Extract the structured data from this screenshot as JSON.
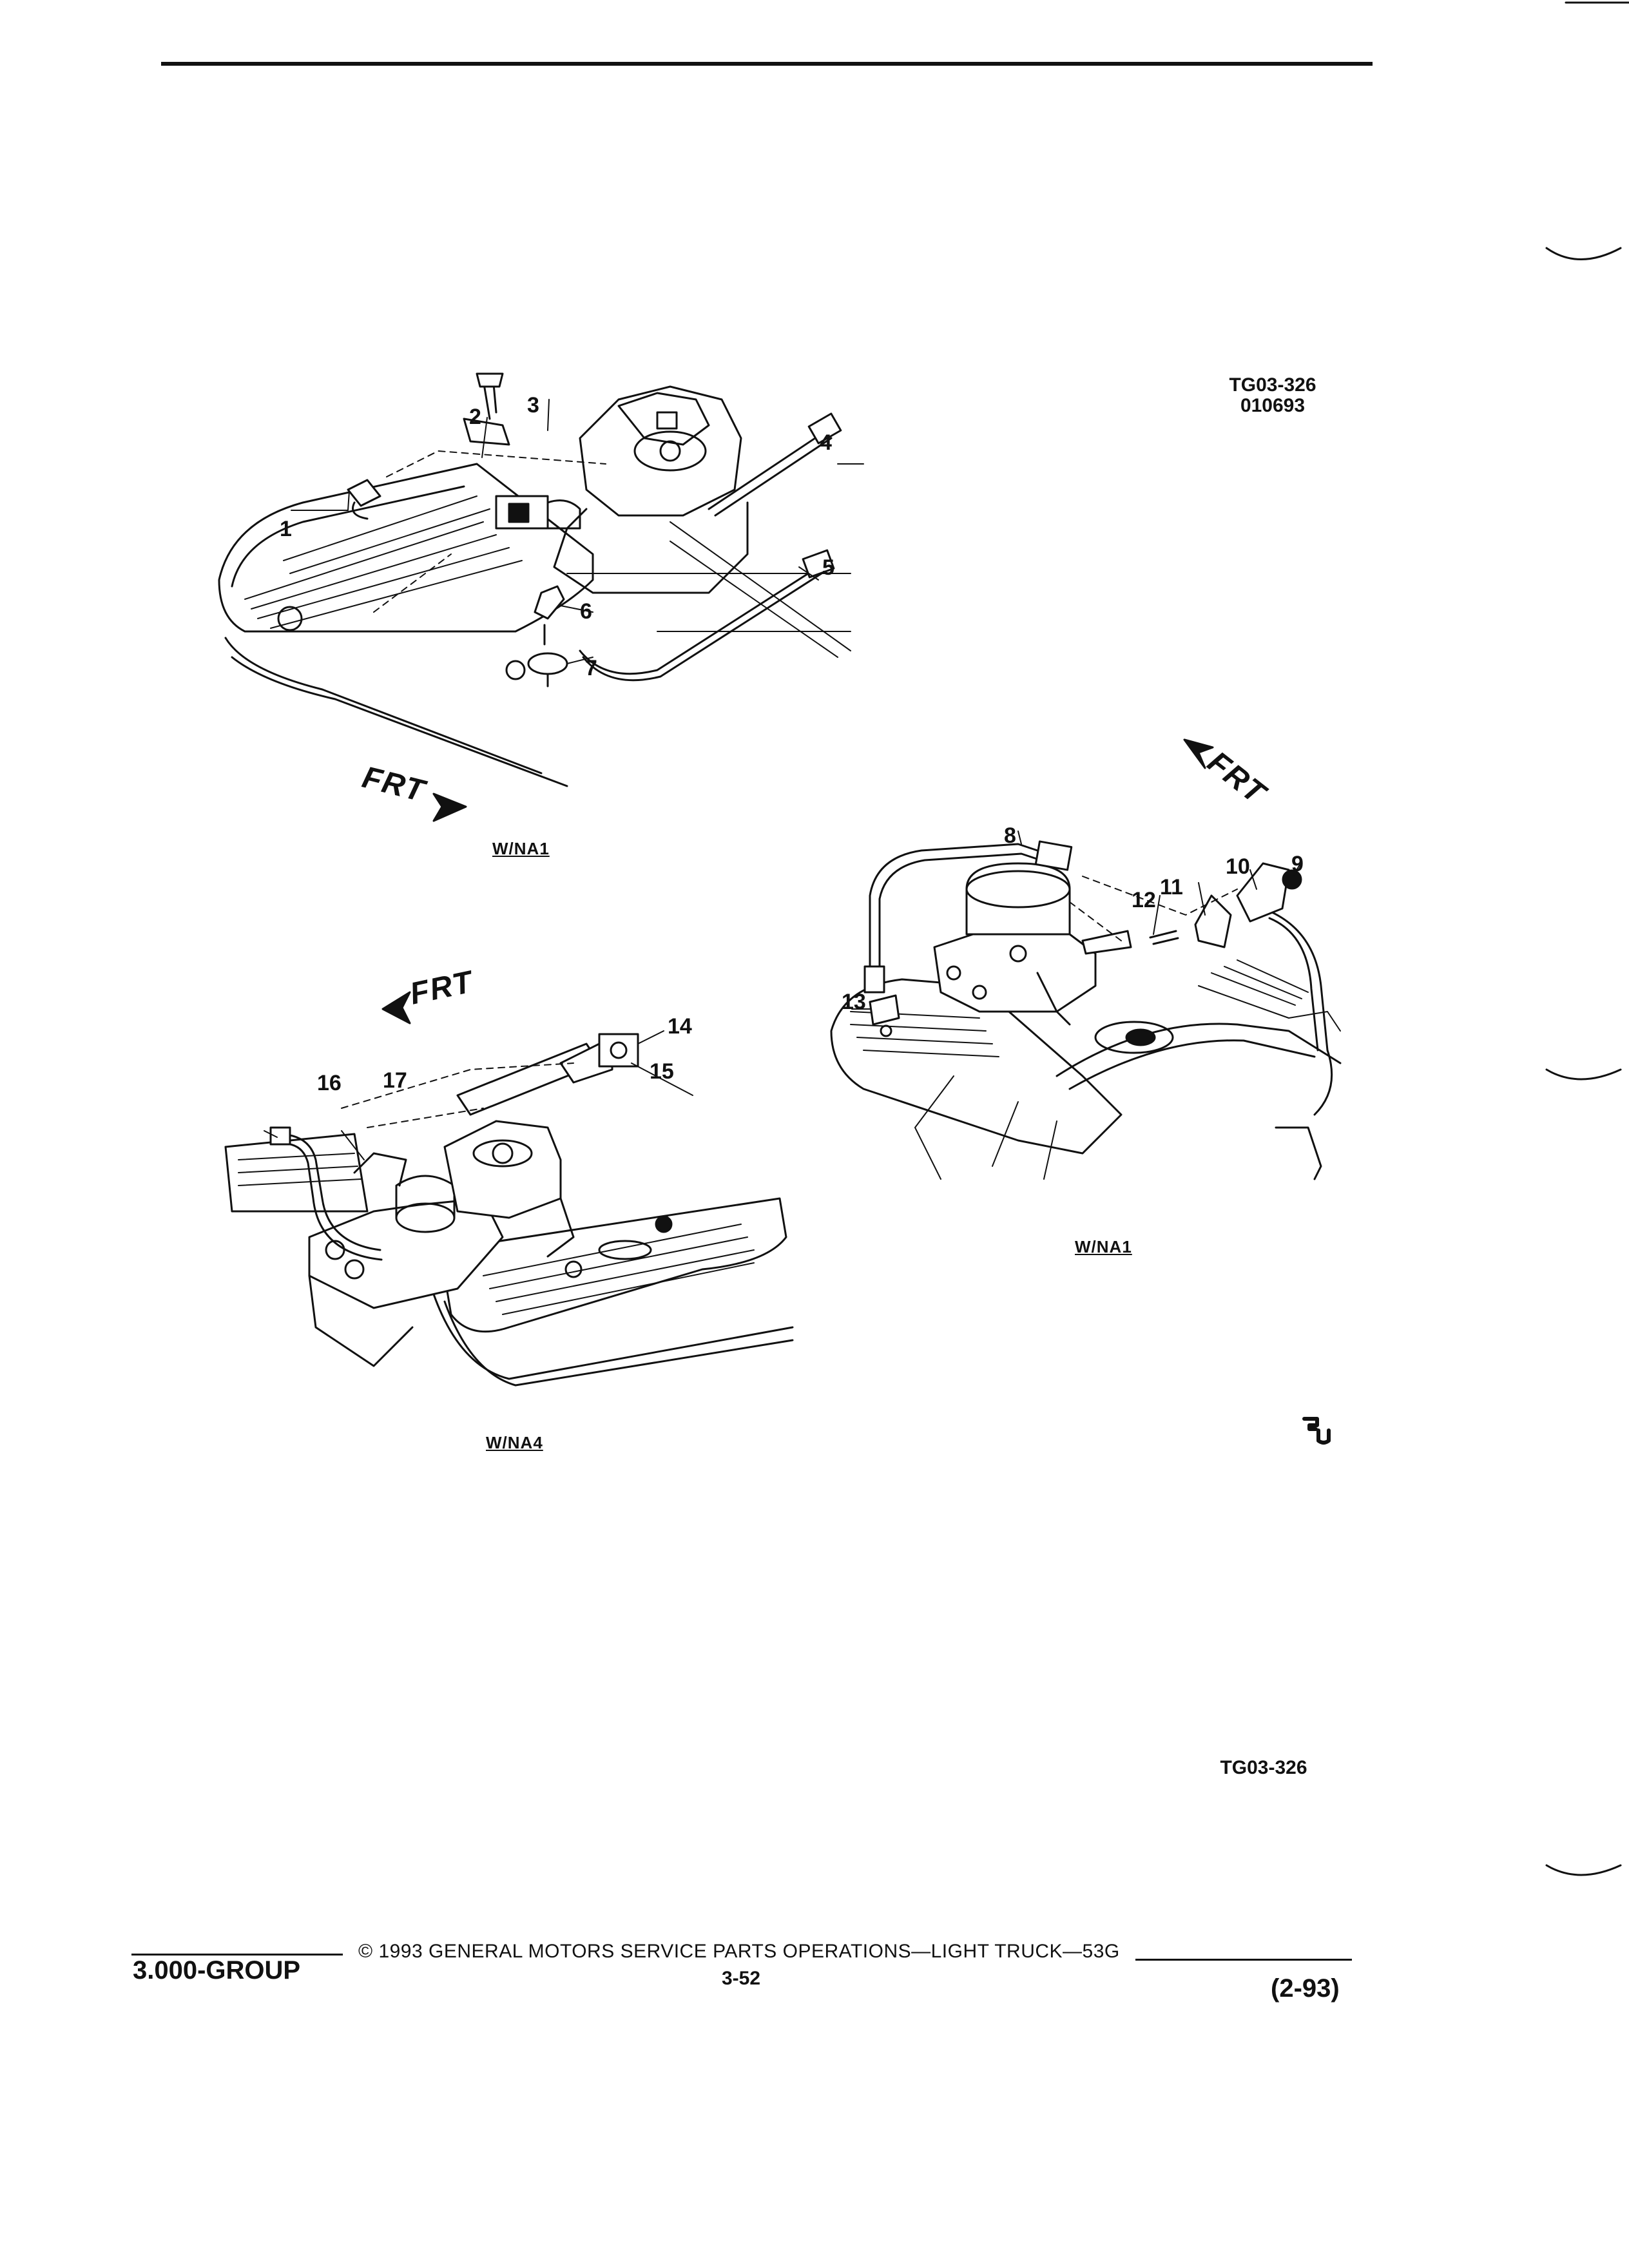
{
  "page": {
    "figure_codes": [
      "TG03-326",
      "010693"
    ],
    "figure_code_bottom": "TG03-326",
    "gm_mark": "ῥ"
  },
  "views": [
    {
      "caption": "W/NA1",
      "frt_label": "FRT",
      "callouts": [
        "1",
        "2",
        "3",
        "4",
        "5",
        "6",
        "7"
      ]
    },
    {
      "caption": "W/NA1",
      "frt_label": "FRT",
      "callouts": [
        "8",
        "9",
        "10",
        "11",
        "12",
        "13"
      ]
    },
    {
      "caption": "W/NA4",
      "frt_label": "FRT",
      "callouts": [
        "14",
        "15",
        "16",
        "17"
      ]
    }
  ],
  "footer": {
    "group": "3.000-GROUP",
    "copyright": "©  1993  GENERAL MOTORS SERVICE PARTS OPERATIONS—LIGHT TRUCK—53G",
    "page_number": "3-52",
    "date": "(2-93)"
  }
}
